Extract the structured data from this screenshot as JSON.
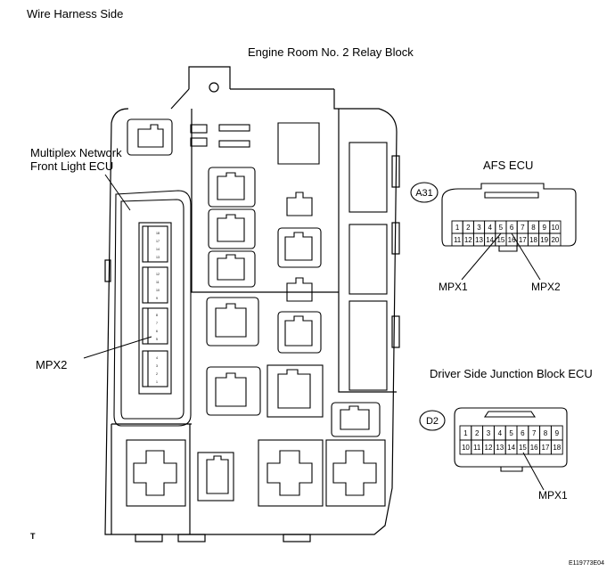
{
  "header": {
    "view_label": "Wire Harness Side",
    "footer_mark": "T",
    "figure_id": "E119773E04"
  },
  "relay_block": {
    "title": "Engine Room No. 2 Relay Block",
    "ecu_label_line1": "Multiplex Network",
    "ecu_label_line2": "Front Light ECU",
    "pin_label": "MPX2",
    "inner_pins": [
      [
        "18",
        "17",
        "14",
        "13"
      ],
      [
        "12",
        "11",
        "10",
        "9"
      ],
      [
        "8",
        "7",
        "6",
        "5"
      ],
      [
        "4",
        "3",
        "2",
        "1"
      ]
    ]
  },
  "afs_ecu": {
    "title": "AFS ECU",
    "code": "A31",
    "row1": [
      "1",
      "2",
      "3",
      "4",
      "5",
      "6",
      "7",
      "8",
      "9",
      "10"
    ],
    "row2": [
      "11",
      "12",
      "13",
      "14",
      "15",
      "16",
      "17",
      "18",
      "19",
      "20"
    ],
    "mpx1_label": "MPX1",
    "mpx2_label": "MPX2"
  },
  "junction_ecu": {
    "title": "Driver Side Junction Block ECU",
    "code": "D2",
    "row1": [
      "1",
      "2",
      "3",
      "4",
      "5",
      "6",
      "7",
      "8",
      "9"
    ],
    "row2": [
      "10",
      "11",
      "12",
      "13",
      "14",
      "15",
      "16",
      "17",
      "18"
    ],
    "mpx1_label": "MPX1"
  }
}
